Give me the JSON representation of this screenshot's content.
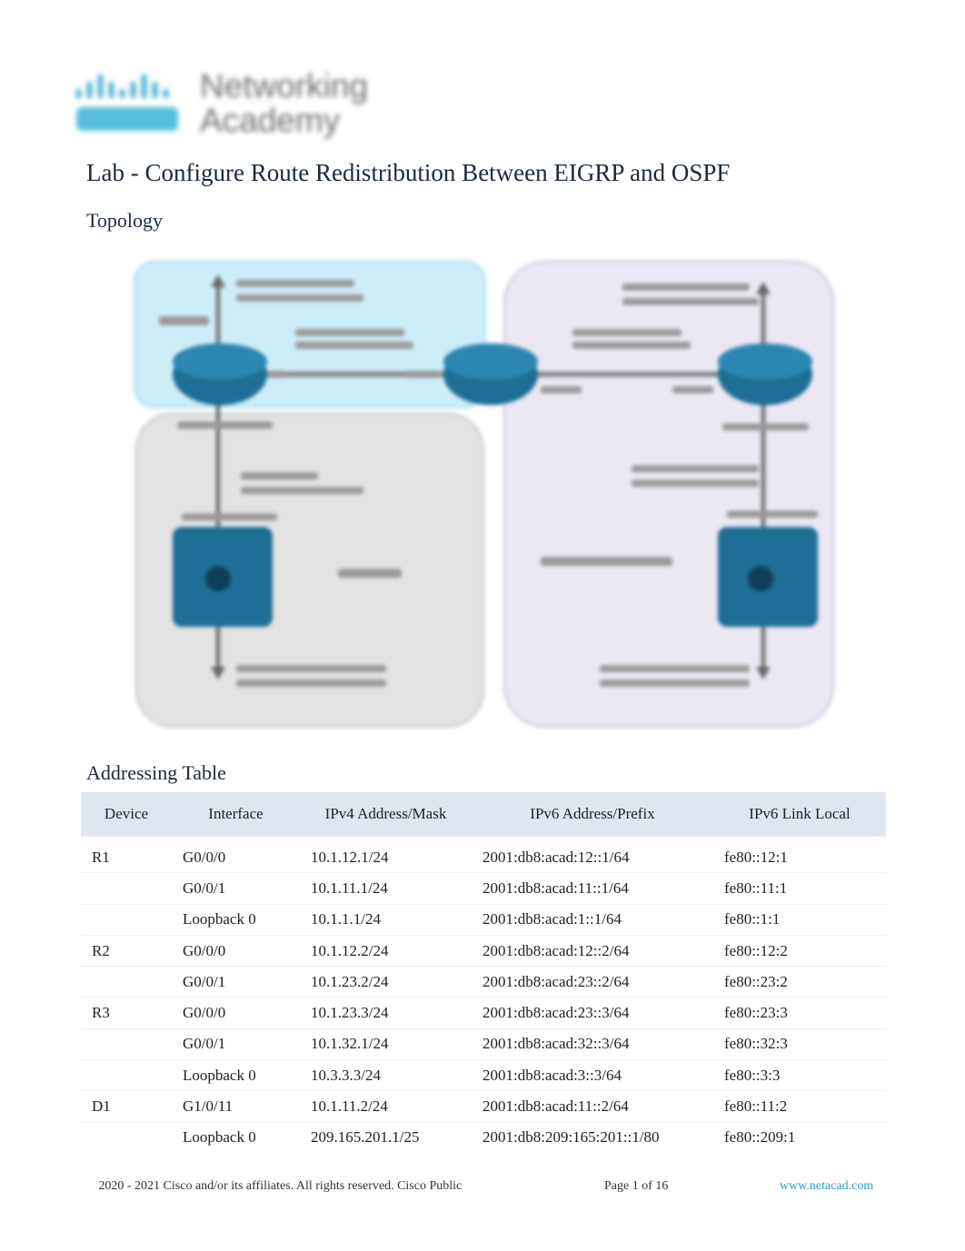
{
  "header": {
    "logo": {
      "brand": "cisco",
      "name_line1": "Networking",
      "name_line2": "Academy"
    },
    "title": "Lab - Configure Route Redistribution Between EIGRP and OSPF"
  },
  "sections": {
    "topology": "Topology",
    "addressing": "Addressing Table"
  },
  "topology": {
    "colors": {
      "eigrp_area": "#cfeef8",
      "gray_area": "#e4e4e4",
      "ospf_area": "#ece9f4",
      "device": "#1f6f96",
      "link": "#8a8a8a"
    },
    "devices": [
      "router-left",
      "router-center",
      "router-right",
      "switch-left",
      "switch-right"
    ]
  },
  "table": {
    "headers": [
      "Device",
      "Interface",
      "IPv4 Address/Mask",
      "IPv6 Address/Prefix",
      "IPv6 Link Local"
    ],
    "rows": [
      [
        "R1",
        "G0/0/0",
        "10.1.12.1/24",
        "2001:db8:acad:12::1/64",
        "fe80::12:1"
      ],
      [
        "",
        "G0/0/1",
        "10.1.11.1/24",
        "2001:db8:acad:11::1/64",
        "fe80::11:1"
      ],
      [
        "",
        "Loopback 0",
        "10.1.1.1/24",
        "2001:db8:acad:1::1/64",
        "fe80::1:1"
      ],
      [
        "R2",
        "G0/0/0",
        "10.1.12.2/24",
        "2001:db8:acad:12::2/64",
        "fe80::12:2"
      ],
      [
        "",
        "G0/0/1",
        "10.1.23.2/24",
        "2001:db8:acad:23::2/64",
        "fe80::23:2"
      ],
      [
        "R3",
        "G0/0/0",
        "10.1.23.3/24",
        "2001:db8:acad:23::3/64",
        "fe80::23:3"
      ],
      [
        "",
        "G0/0/1",
        "10.1.32.1/24",
        "2001:db8:acad:32::3/64",
        "fe80::32:3"
      ],
      [
        "",
        "Loopback 0",
        "10.3.3.3/24",
        "2001:db8:acad:3::3/64",
        "fe80::3:3"
      ],
      [
        "D1",
        "G1/0/11",
        "10.1.11.2/24",
        "2001:db8:acad:11::2/64",
        "fe80::11:2"
      ],
      [
        "",
        "Loopback 0",
        "209.165.201.1/25",
        "2001:db8:209:165:201::1/80",
        "fe80::209:1"
      ]
    ]
  },
  "footer": {
    "copyright": "\u0000  2020 - 2021 Cisco and/or its affiliates. All rights reserved. Cisco Public",
    "page": "Page   1 of 16",
    "website": "www.netacad.com"
  }
}
